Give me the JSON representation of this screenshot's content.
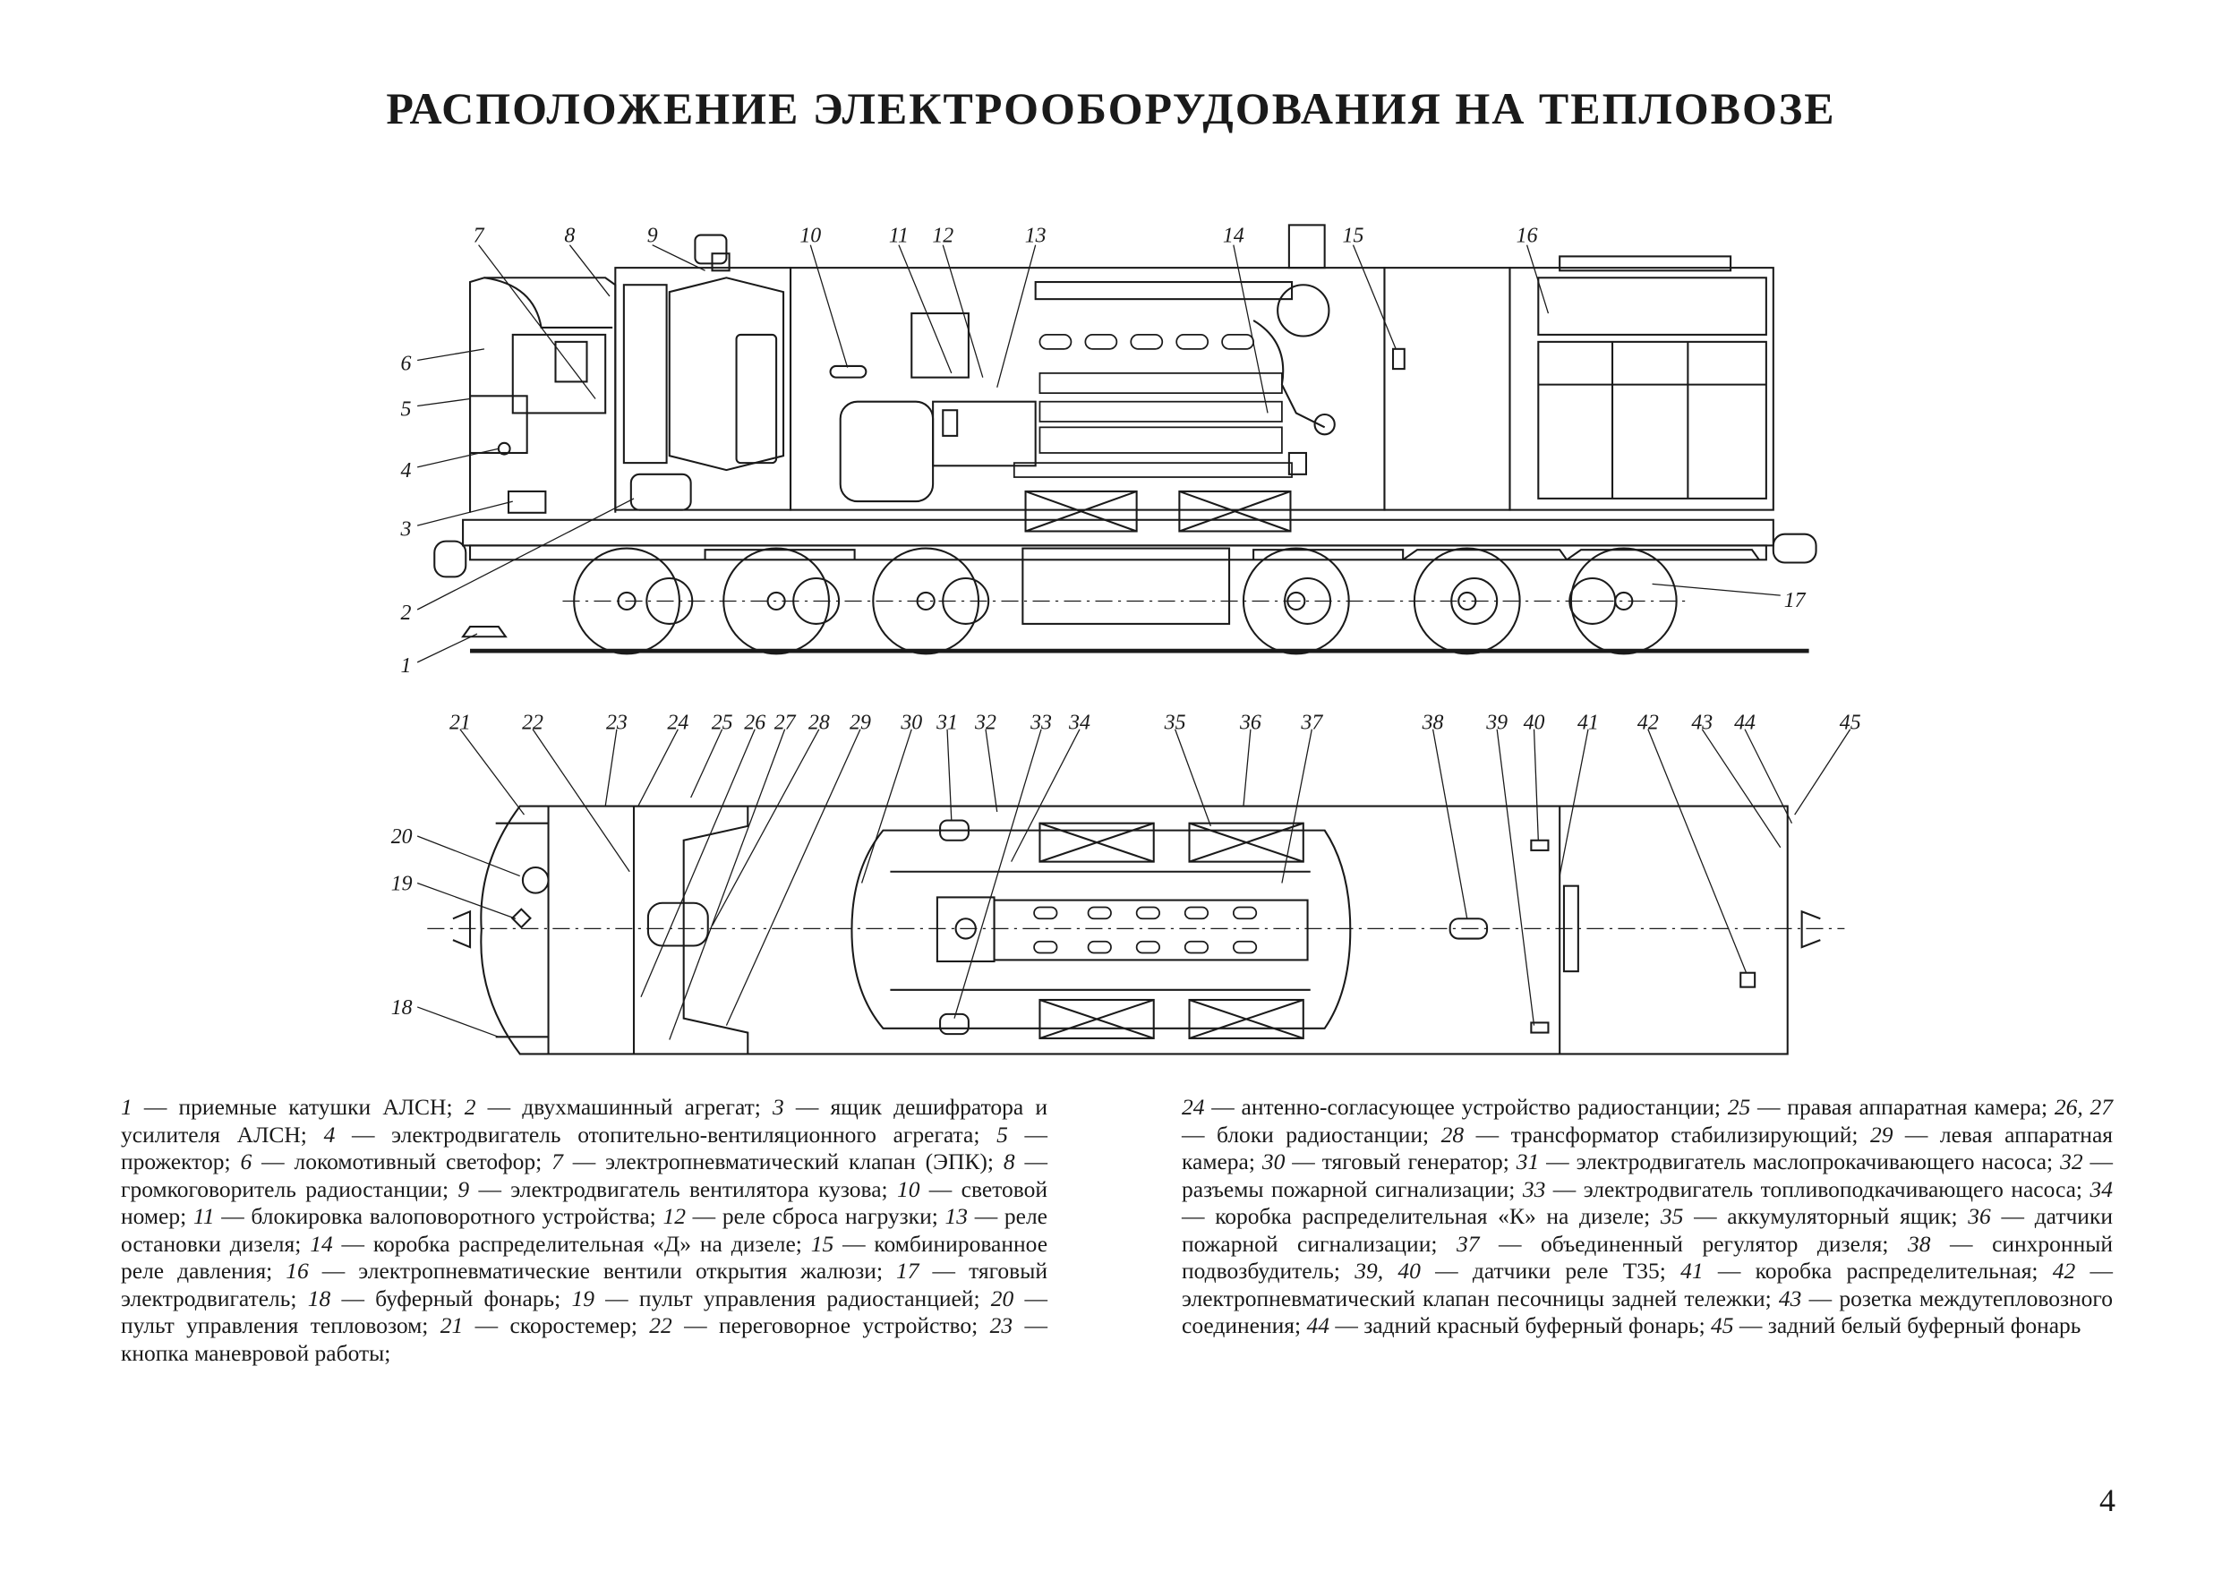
{
  "title": "РАСПОЛОЖЕНИЕ ЭЛЕКТРООБОРУДОВАНИЯ НА ТЕПЛОВОЗЕ",
  "side_view_labels": [
    "1",
    "2",
    "3",
    "4",
    "5",
    "6",
    "7",
    "8",
    "9",
    "10",
    "11",
    "12",
    "13",
    "14",
    "15",
    "16",
    "17"
  ],
  "plan_view_labels": [
    "18",
    "19",
    "20",
    "21",
    "22",
    "23",
    "24",
    "25",
    "26",
    "27",
    "28",
    "29",
    "30",
    "31",
    "32",
    "33",
    "34",
    "35",
    "36",
    "37",
    "38",
    "39",
    "40",
    "41",
    "42",
    "43",
    "44",
    "45"
  ],
  "legend_left": [
    {
      "num": "1",
      "text": " — приемные катушки АЛСН; "
    },
    {
      "num": "2",
      "text": " — двухмашинный агрегат; "
    },
    {
      "num": "3",
      "text": " — ящик дешифратора и усилителя АЛСН; "
    },
    {
      "num": "4",
      "text": " — электродвигатель отопительно-вентиляционного агрегата; "
    },
    {
      "num": "5",
      "text": " — прожектор; "
    },
    {
      "num": "6",
      "text": " — локомотивный светофор; "
    },
    {
      "num": "7",
      "text": " — электропневматический клапан (ЭПК); "
    },
    {
      "num": "8",
      "text": " — громкоговоритель радиостанции; "
    },
    {
      "num": "9",
      "text": " — электродвигатель вентилятора кузова; "
    },
    {
      "num": "10",
      "text": " — световой номер; "
    },
    {
      "num": "11",
      "text": " — блокировка валоповоротного устройства; "
    },
    {
      "num": "12",
      "text": " — реле сброса нагрузки; "
    },
    {
      "num": "13",
      "text": " — реле остановки дизеля; "
    },
    {
      "num": "14",
      "text": " — коробка распределительная «Д» на дизеле; "
    },
    {
      "num": "15",
      "text": " — комбинированное реле давления; "
    },
    {
      "num": "16",
      "text": " — электропневматические вентили открытия жалюзи; "
    },
    {
      "num": "17",
      "text": " — тяговый электродвигатель; "
    },
    {
      "num": "18",
      "text": " — буферный фонарь; "
    },
    {
      "num": "19",
      "text": " — пульт управления радиостанцией; "
    },
    {
      "num": "20",
      "text": " — пульт управления тепловозом; "
    },
    {
      "num": "21",
      "text": " — скоростемер; "
    },
    {
      "num": "22",
      "text": " — переговорное устройство; "
    },
    {
      "num": "23",
      "text": " — кнопка маневровой работы;"
    }
  ],
  "legend_right": [
    {
      "num": "24",
      "text": " — антенно-согласующее устройство радиостанции; "
    },
    {
      "num": "25",
      "text": " — правая аппаратная камера; "
    },
    {
      "num": "26, 27",
      "text": " — блоки радиостанции; "
    },
    {
      "num": "28",
      "text": " — трансформатор стабилизирующий; "
    },
    {
      "num": "29",
      "text": " — левая аппаратная камера; "
    },
    {
      "num": "30",
      "text": " — тяговый генератор; "
    },
    {
      "num": "31",
      "text": " — электродвигатель маслопрокачивающего насоса; "
    },
    {
      "num": "32",
      "text": " — разъемы пожарной сигнализации; "
    },
    {
      "num": "33",
      "text": " — электродвигатель топливоподкачивающего насоса; "
    },
    {
      "num": "34",
      "text": " — коробка распределительная «К» на дизеле; "
    },
    {
      "num": "35",
      "text": " — аккумуляторный ящик; "
    },
    {
      "num": "36",
      "text": " — датчики пожарной сигнализации; "
    },
    {
      "num": "37",
      "text": " — объединенный регулятор дизеля; "
    },
    {
      "num": "38",
      "text": " — синхронный подвозбудитель; "
    },
    {
      "num": "39, 40",
      "text": " — датчики реле Т35; "
    },
    {
      "num": "41",
      "text": " — коробка распределительная; "
    },
    {
      "num": "42",
      "text": " — электропневматический клапан песочницы задней тележки; "
    },
    {
      "num": "43",
      "text": " — розетка междутепловозного соединения; "
    },
    {
      "num": "44",
      "text": " — задний красный буферный фонарь; "
    },
    {
      "num": "45",
      "text": " — задний белый буферный фонарь"
    }
  ],
  "page_number": "4"
}
